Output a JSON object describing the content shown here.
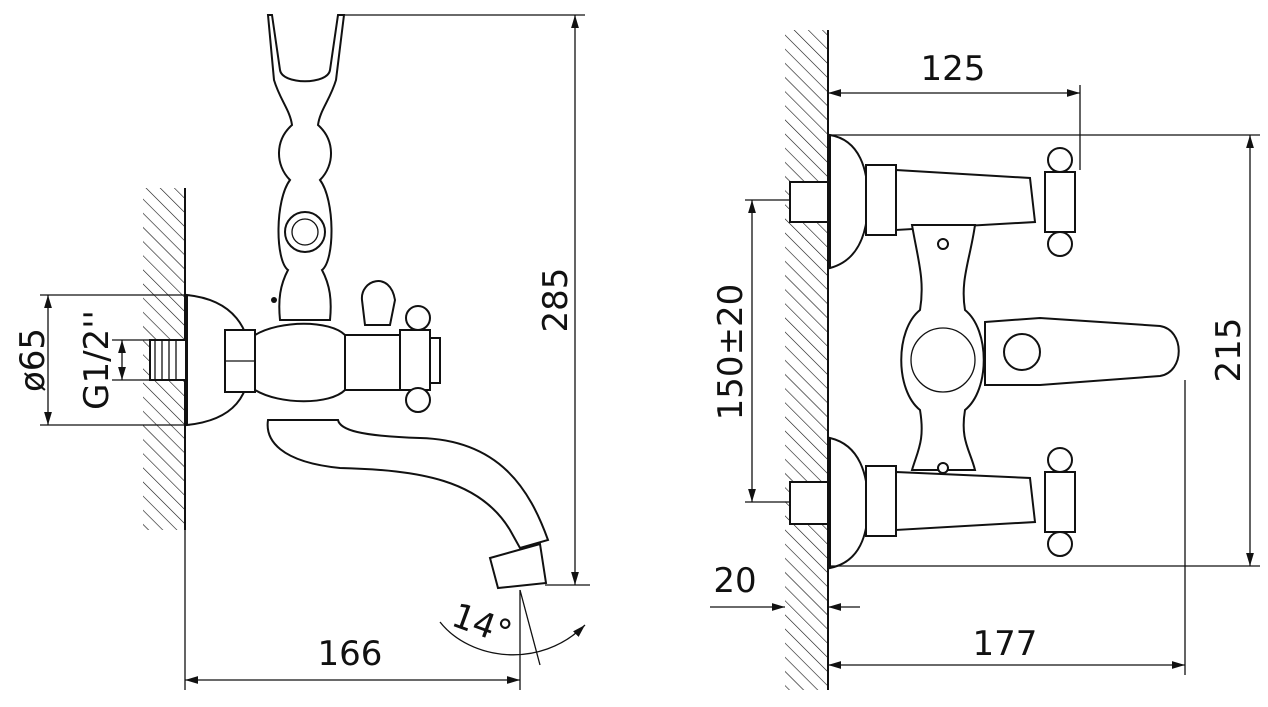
{
  "side_view": {
    "dimensions": {
      "flange_diameter": "ø65",
      "thread": "G1/2''",
      "height": "285",
      "depth": "166",
      "spout_angle": "14°"
    }
  },
  "front_view": {
    "dimensions": {
      "handle_reach": "125",
      "centers": "150±20",
      "height": "215",
      "wall_offset": "20",
      "spout_reach": "177"
    }
  }
}
